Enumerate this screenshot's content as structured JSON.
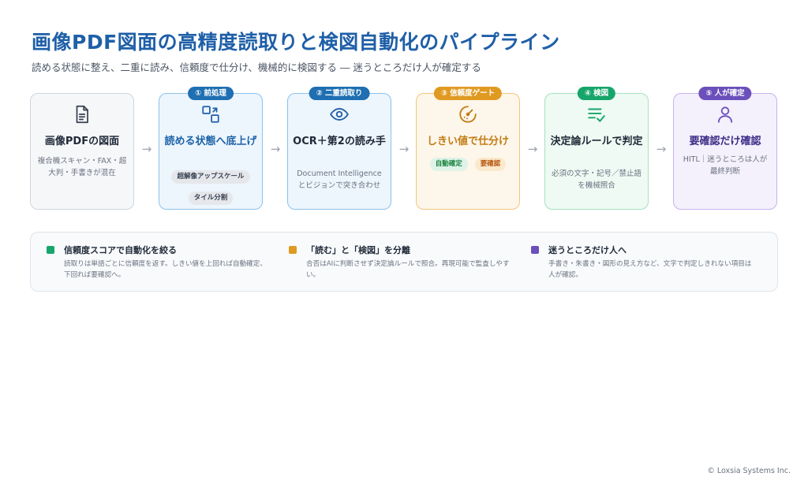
{
  "header": {
    "title": "画像PDF図面の高精度読取りと検図自動化のパイプライン",
    "subtitle": "読める状態に整え、二重に読み、信頼度で仕分け、機械的に検図する ― 迷うところだけ人が確定する"
  },
  "steps": [
    {
      "icon": "document-icon",
      "title": "画像PDFの図面",
      "desc": "複合機スキャン・FAX・超大判・手書きが混在"
    },
    {
      "badge": "① 前処理",
      "icon": "transform-icon",
      "title": "読める状態へ底上げ",
      "chips": [
        "超解像アップスケール",
        "タイル分割"
      ]
    },
    {
      "badge": "② 二重読取り",
      "icon": "eye-icon",
      "title": "OCR＋第2の読み手",
      "desc": "Document Intelligenceとビジョンで突き合わせ"
    },
    {
      "badge": "③ 信頼度ゲート",
      "icon": "gauge-icon",
      "title": "しきい値で仕分け",
      "chips": [
        "自動確定",
        "要確認"
      ]
    },
    {
      "badge": "④ 検図",
      "icon": "checklist-icon",
      "title": "決定論ルールで判定",
      "desc": "必須の文字・記号／禁止語を機械照合"
    },
    {
      "badge": "⑤ 人が確定",
      "icon": "person-icon",
      "title": "要確認だけ確認",
      "desc": "HITL｜迷うところは人が最終判断"
    }
  ],
  "arrow_glyph": "→",
  "principles": [
    {
      "color": "#16a56a",
      "title": "信頼度スコアで自動化を絞る",
      "desc": "読取りは単語ごとに信頼度を返す。しきい値を上回れば自動確定、下回れば要確認へ。"
    },
    {
      "color": "#e09a22",
      "title": "「読む」と「検図」を分離",
      "desc": "合否はAIに判断させず決定論ルールで照合。再現可能で監査しやすい。"
    },
    {
      "color": "#6b4fbb",
      "title": "迷うところだけ人へ",
      "desc": "手書き・朱書き・図形の見え方など、文字で判定しきれない項目は人が確認。"
    }
  ],
  "footer": {
    "copyright": "© Loxsia Systems Inc."
  }
}
